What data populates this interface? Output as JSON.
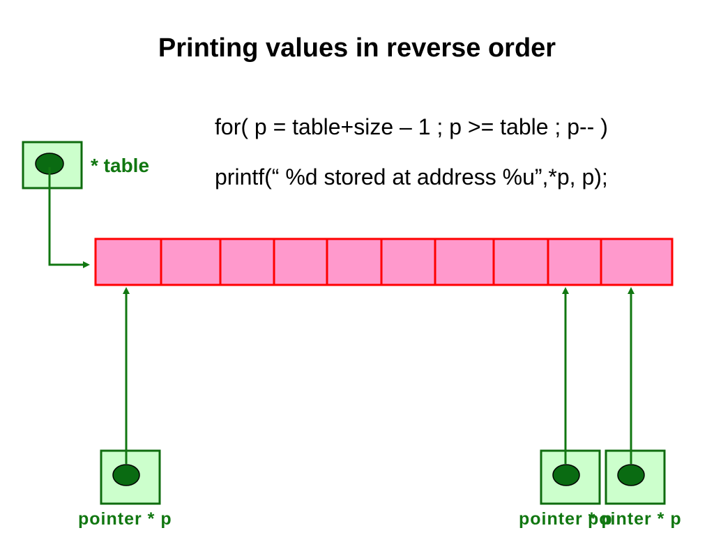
{
  "title": "Printing values in reverse order",
  "code": {
    "line1": "for( p = table+size – 1 ; p >= table ; p-- )",
    "line2": "printf(“ %d stored at address %u”,*p, p);"
  },
  "labels": {
    "table_pointer": "* table",
    "pointer_1": "pointer * p",
    "pointer_2": "pointer * p",
    "pointer_3": "pointer * p"
  },
  "array": {
    "cell_count": 10
  },
  "colors": {
    "arrow_green": "#117711",
    "box_fill": "#ccffcc",
    "box_border": "#0e6b0e",
    "dot_fill": "#0a6b12",
    "cell_fill": "#ff99cc",
    "cell_border": "#ff0000",
    "label_green": "#117711"
  }
}
